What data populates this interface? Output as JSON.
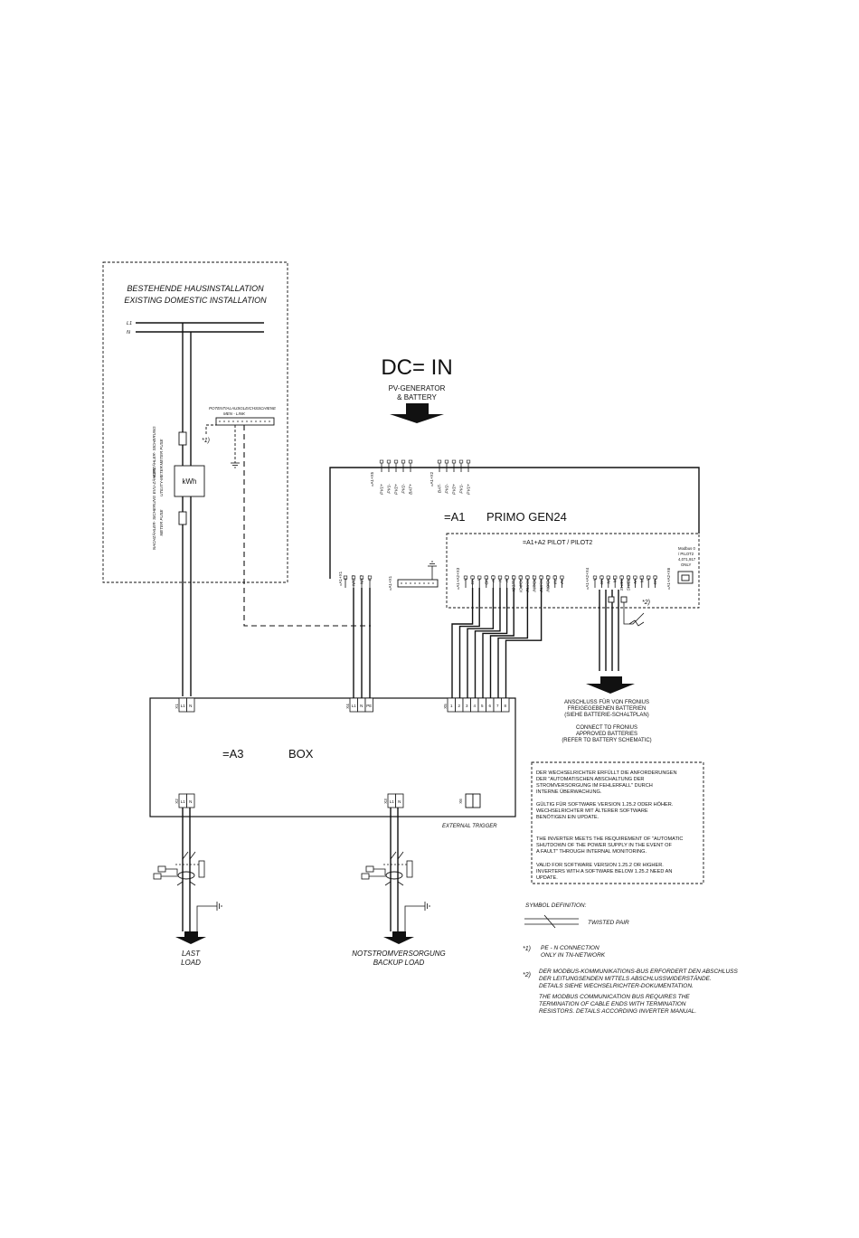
{
  "existing_installation": {
    "title_de": "BESTEHENDE HAUSINSTALLATION",
    "title_en": "EXISTING DOMESTIC INSTALLATION",
    "line_l1": "L1",
    "line_n": "N",
    "meter_fuse_de": "VORZÄHLER- SICHERUNG",
    "meter_fuse_en": "METER FUSE",
    "meter_de": "EVU-ZÄHLER",
    "meter_en": "UTILITY-METER",
    "after_fuse_de": "NACHZÄHLER- SICHERUNG",
    "after_fuse_en": "METER FUSE",
    "meter_label": "kWh",
    "men_link_de": "POTENTIALAUSGLEICHSSCHIENE",
    "men_link_en": "MEN - LINK",
    "note_ref": "*1)"
  },
  "dc_in": {
    "title": "DC= IN",
    "subtitle_1": "PV-GENERATOR",
    "subtitle_2": "& BATTERY"
  },
  "inverter": {
    "label": "=A1",
    "name": "PRIMO GEN24",
    "pilot": "=A1+A2  PILOT  /  PILOT2",
    "modbus_1": "Modbus 0",
    "modbus_2": "/ PILOT2",
    "modbus_3": "4,071,917",
    "modbus_4": "ONLY",
    "x5_terminal": "=A1+X5",
    "x5_pins": [
      "PV1+",
      "PV1-",
      "PV2+",
      "PV2-",
      "BAT+"
    ],
    "x2_terminal": "=A1+X2",
    "x2_pins": [
      "BAT-",
      "PV2-",
      "PV2+",
      "PV1-",
      "PV1+"
    ],
    "x1_ac_terminal": "=A1+X1",
    "x1_ac_pins": [
      "L1",
      "N/ON",
      "N/L2",
      "PE"
    ],
    "x1_pe_terminal": "=A1+X1",
    "x3_terminal": "=A1+A2+X3",
    "x3_pins": [
      "V+",
      "GND",
      "V+",
      "GND",
      "IO0",
      "IO1",
      "IO2",
      "IO3/RS0",
      "IO4/OC0",
      "IN6/OC6",
      "IN7/OC7",
      "IN8/OC8",
      "IN9/OC9",
      "IN10",
      "IN11"
    ],
    "x4_terminal": "=A1+A2+X4",
    "x4_pins": [
      "V+",
      "GND",
      "M0+",
      "M0-",
      "SHIELD",
      "SHIELD",
      "M1+",
      "M1-",
      "V+",
      "GND"
    ],
    "x6_terminal": "=A1+A2+X6",
    "note_ref": "*2)"
  },
  "battery_connection": {
    "de_1": "ANSCHLUSS FÜR VON FRONIUS",
    "de_2": "FREIGEGEBENEN BATTERIEN",
    "de_3": "(SIEHE BATTERIE-SCHALTPLAN)",
    "en_1": "CONNECT TO FRONIUS",
    "en_2": "APPROVED BATTERIES",
    "en_3": "(REFER TO BATTERY SCHEMATIC)"
  },
  "box": {
    "label": "=A3",
    "name": "BOX",
    "x1": "X1",
    "x4": "X4",
    "x5": "X5",
    "x2": "X2",
    "x3": "X3",
    "x6": "X6",
    "pins_l1n": [
      "L1",
      "N"
    ],
    "pins_x4": [
      "L1",
      "N",
      "PE"
    ],
    "pins_x5": [
      "1",
      "2",
      "3",
      "4",
      "5",
      "6",
      "7",
      "8"
    ],
    "external_trigger": "EXTERNAL TRIGGER"
  },
  "outputs": {
    "load_1": "LAST",
    "load_2": "LOAD",
    "backup_1": "NOTSTROMVERSORGUNG",
    "backup_2": "BACKUP LOAD"
  },
  "info_box": {
    "de_1": "DER WECHSELRICHTER ERFÜLLT DIE ANFORDERUNGEN",
    "de_2": "DER \"AUTOMATISCHEN ABSCHALTUNG DER",
    "de_3": "STROMVERSORGUNG IM FEHLERFALL\" DURCH",
    "de_4": "INTERNE ÜBERWACHUNG.",
    "de_5": "GÜLTIG FÜR SOFTWARE VERSION 1.25.2 ODER HÖHER.",
    "de_6": "WECHSELRICHTER MIT ÄLTERER SOFTWARE",
    "de_7": "BENÖTIGEN EIN UPDATE.",
    "en_1": "THE INVERTER MEETS THE REQUIREMENT OF \"AUTOMATIC",
    "en_2": "SHUTDOWN OF THE POWER SUPPLY IN THE EVENT OF",
    "en_3": "A FAULT\" THROUGH INTERNAL MONITORING.",
    "en_4": "VALID FOR SOFTWARE VERSION 1.25.2 OR HIGHER.",
    "en_5": "INVERTERS WITH A SOFTWARE BELOW 1.25.2 NEED AN",
    "en_6": "UPDATE."
  },
  "legend": {
    "title": "SYMBOL DEFINITION:",
    "twisted_pair": "TWISTED PAIR",
    "n1_ref": "*1)",
    "n1_1": "PE - N CONNECTION",
    "n1_2": "ONLY IN TN-NETWORK",
    "n2_ref": "*2)",
    "n2_1": "DER MODBUS-KOMMUNIKATIONS-BUS ERFORDERT DEN ABSCHLUSS",
    "n2_2": "DER LEITUNGSENDEN MITTELS ABSCHLUSSWIDERSTÄNDE.",
    "n2_3": "DETAILS SIEHE WECHSELRICHTER-DOKUMENTATION.",
    "n2_4": "THE MODBUS COMMUNICATION BUS REQUIRES THE",
    "n2_5": "TERMINATION OF CABLE ENDS WITH TERMINATION",
    "n2_6": "RESISTORS. DETAILS ACCORDING INVERTER MANUAL."
  }
}
